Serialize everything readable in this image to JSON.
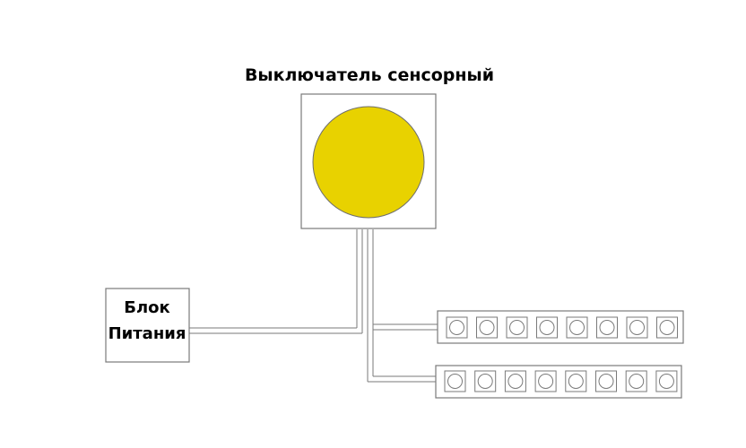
{
  "switch": {
    "title": "Выключатель сенсорный",
    "button_color": "#e8d200"
  },
  "power_supply": {
    "label_line1": "Блок",
    "label_line2": "Питания"
  },
  "led_strips": [
    {
      "led_count": 8
    },
    {
      "led_count": 8
    }
  ],
  "colors": {
    "stroke": "#7a7a7a",
    "background": "#ffffff"
  }
}
